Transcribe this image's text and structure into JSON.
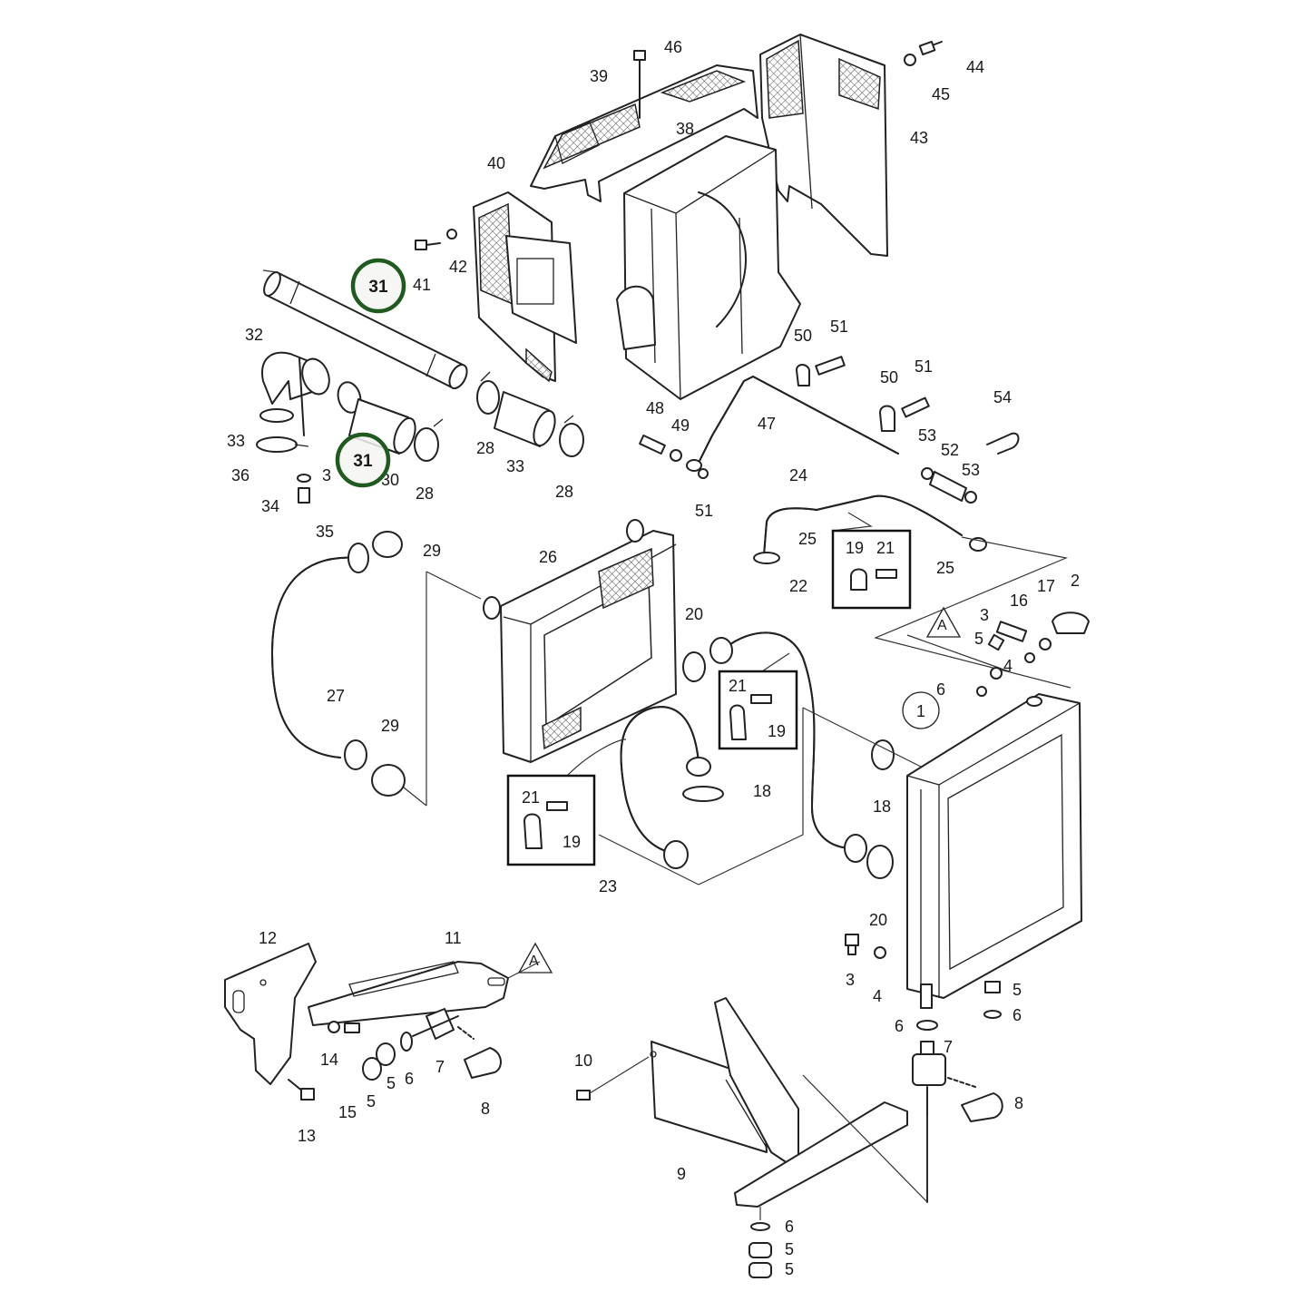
{
  "diagram": {
    "highlight_color": "#1f5a1f",
    "line_color": "#222222",
    "highlighted_part": "31",
    "labels": [
      {
        "id": "l46",
        "text": "46"
      },
      {
        "id": "l44",
        "text": "44"
      },
      {
        "id": "l45",
        "text": "45"
      },
      {
        "id": "l39",
        "text": "39"
      },
      {
        "id": "l38",
        "text": "38"
      },
      {
        "id": "l43",
        "text": "43"
      },
      {
        "id": "l40",
        "text": "40"
      },
      {
        "id": "l41",
        "text": "41"
      },
      {
        "id": "l42",
        "text": "42"
      },
      {
        "id": "l32",
        "text": "32"
      },
      {
        "id": "l33a",
        "text": "33"
      },
      {
        "id": "l36",
        "text": "36"
      },
      {
        "id": "l34",
        "text": "34"
      },
      {
        "id": "l35",
        "text": "35"
      },
      {
        "id": "l3x",
        "text": "3"
      },
      {
        "id": "l30",
        "text": "30"
      },
      {
        "id": "l28a",
        "text": "28"
      },
      {
        "id": "l28b",
        "text": "28"
      },
      {
        "id": "l33b",
        "text": "33"
      },
      {
        "id": "l28c",
        "text": "28"
      },
      {
        "id": "l50a",
        "text": "50"
      },
      {
        "id": "l51a",
        "text": "51"
      },
      {
        "id": "l50b",
        "text": "50"
      },
      {
        "id": "l51b",
        "text": "51"
      },
      {
        "id": "l54",
        "text": "54"
      },
      {
        "id": "l47",
        "text": "47"
      },
      {
        "id": "l48",
        "text": "48"
      },
      {
        "id": "l49",
        "text": "49"
      },
      {
        "id": "l51c",
        "text": "51"
      },
      {
        "id": "l53a",
        "text": "53"
      },
      {
        "id": "l52",
        "text": "52"
      },
      {
        "id": "l53b",
        "text": "53"
      },
      {
        "id": "l24",
        "text": "24"
      },
      {
        "id": "l25a",
        "text": "25"
      },
      {
        "id": "l25b",
        "text": "25"
      },
      {
        "id": "l19a",
        "text": "19"
      },
      {
        "id": "l21a",
        "text": "21"
      },
      {
        "id": "l29a",
        "text": "29"
      },
      {
        "id": "l26",
        "text": "26"
      },
      {
        "id": "l22",
        "text": "22"
      },
      {
        "id": "l20a",
        "text": "20"
      },
      {
        "id": "l17",
        "text": "17"
      },
      {
        "id": "l2",
        "text": "2"
      },
      {
        "id": "l3a",
        "text": "3"
      },
      {
        "id": "l16",
        "text": "16"
      },
      {
        "id": "lA1",
        "text": "A"
      },
      {
        "id": "l5a",
        "text": "5"
      },
      {
        "id": "l4a",
        "text": "4"
      },
      {
        "id": "l6a",
        "text": "6"
      },
      {
        "id": "l1",
        "text": "1"
      },
      {
        "id": "l21b",
        "text": "21"
      },
      {
        "id": "l19b",
        "text": "19"
      },
      {
        "id": "l27",
        "text": "27"
      },
      {
        "id": "l29b",
        "text": "29"
      },
      {
        "id": "l21c",
        "text": "21"
      },
      {
        "id": "l19c",
        "text": "19"
      },
      {
        "id": "l18a",
        "text": "18"
      },
      {
        "id": "l18b",
        "text": "18"
      },
      {
        "id": "l23",
        "text": "23"
      },
      {
        "id": "l20b",
        "text": "20"
      },
      {
        "id": "l12",
        "text": "12"
      },
      {
        "id": "l11",
        "text": "11"
      },
      {
        "id": "lA2",
        "text": "A"
      },
      {
        "id": "l14",
        "text": "14"
      },
      {
        "id": "l15",
        "text": "15"
      },
      {
        "id": "l5b",
        "text": "5"
      },
      {
        "id": "l5c",
        "text": "5"
      },
      {
        "id": "l6b",
        "text": "6"
      },
      {
        "id": "l7a",
        "text": "7"
      },
      {
        "id": "l8a",
        "text": "8"
      },
      {
        "id": "l13",
        "text": "13"
      },
      {
        "id": "l10",
        "text": "10"
      },
      {
        "id": "l9",
        "text": "9"
      },
      {
        "id": "l3b",
        "text": "3"
      },
      {
        "id": "l4b",
        "text": "4"
      },
      {
        "id": "l5d",
        "text": "5"
      },
      {
        "id": "l6c",
        "text": "6"
      },
      {
        "id": "l6d",
        "text": "6"
      },
      {
        "id": "l7b",
        "text": "7"
      },
      {
        "id": "l8b",
        "text": "8"
      },
      {
        "id": "l6e",
        "text": "6"
      },
      {
        "id": "l5e",
        "text": "5"
      },
      {
        "id": "l5f",
        "text": "5"
      },
      {
        "id": "h31a",
        "text": "31"
      },
      {
        "id": "h31b",
        "text": "31"
      }
    ]
  }
}
